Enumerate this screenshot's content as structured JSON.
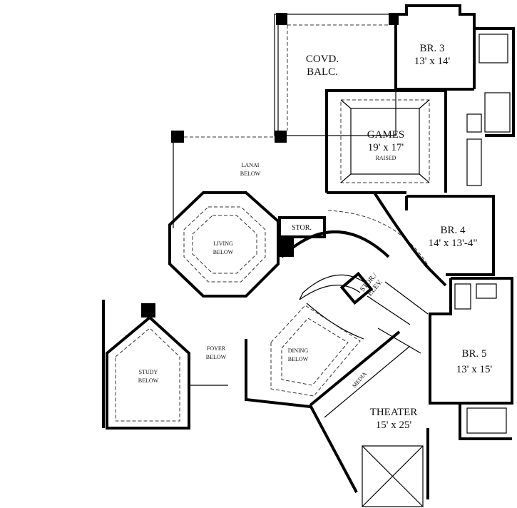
{
  "rooms": {
    "covd_balc": {
      "line1": "COVD.",
      "line2": "BALC."
    },
    "br3": {
      "name": "BR. 3",
      "size": "13' x 14'"
    },
    "games": {
      "name": "GAMES",
      "size": "19' x 17'",
      "note": "RAISED"
    },
    "lanai": {
      "line1": "LANAI",
      "line2": "BELOW"
    },
    "stor": {
      "name": "STOR."
    },
    "living": {
      "line1": "LIVING",
      "line2": "BELOW"
    },
    "br4": {
      "name": "BR. 4",
      "size": "14' x 13'-4\""
    },
    "stor_elev": {
      "line1": "STOR./",
      "line2": "ELEV."
    },
    "foyer": {
      "line1": "FOYER",
      "line2": "BELOW"
    },
    "dining": {
      "line1": "DINING",
      "line2": "BELOW"
    },
    "study": {
      "line1": "STUDY",
      "line2": "BELOW"
    },
    "media": {
      "name": "MEDIA"
    },
    "br5": {
      "name": "BR. 5",
      "size": "13' x 15'"
    },
    "theater": {
      "name": "THEATER",
      "size": "15' x 25'"
    }
  }
}
